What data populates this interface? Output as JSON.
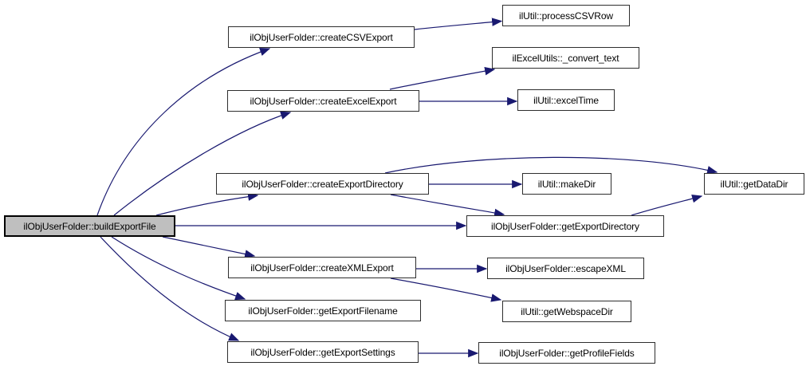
{
  "diagram": {
    "type": "call-graph",
    "root_id": "buildExportFile",
    "colors": {
      "edge": "#191970",
      "node_fill": "#ffffff",
      "root_fill": "#bfbfbf",
      "node_border": "#2e2e2e",
      "root_border": "#000000",
      "text": "#000000"
    },
    "nodes": [
      {
        "id": "buildExportFile",
        "label": "ilObjUserFolder::buildExportFile",
        "highlighted": true
      },
      {
        "id": "createCSVExport",
        "label": "ilObjUserFolder::createCSVExport",
        "highlighted": false
      },
      {
        "id": "createExcelExport",
        "label": "ilObjUserFolder::createExcelExport",
        "highlighted": false
      },
      {
        "id": "createExportDirectory",
        "label": "ilObjUserFolder::createExportDirectory",
        "highlighted": false
      },
      {
        "id": "createXMLExport",
        "label": "ilObjUserFolder::createXMLExport",
        "highlighted": false
      },
      {
        "id": "getExportFilename",
        "label": "ilObjUserFolder::getExportFilename",
        "highlighted": false
      },
      {
        "id": "getExportSettings",
        "label": "ilObjUserFolder::getExportSettings",
        "highlighted": false
      },
      {
        "id": "processCSVRow",
        "label": "ilUtil::processCSVRow",
        "highlighted": false
      },
      {
        "id": "convertText",
        "label": "ilExcelUtils::_convert_text",
        "highlighted": false
      },
      {
        "id": "excelTime",
        "label": "ilUtil::excelTime",
        "highlighted": false
      },
      {
        "id": "makeDir",
        "label": "ilUtil::makeDir",
        "highlighted": false
      },
      {
        "id": "getExportDirectory",
        "label": "ilObjUserFolder::getExportDirectory",
        "highlighted": false
      },
      {
        "id": "getDataDir",
        "label": "ilUtil::getDataDir",
        "highlighted": false
      },
      {
        "id": "escapeXML",
        "label": "ilObjUserFolder::escapeXML",
        "highlighted": false
      },
      {
        "id": "getWebspaceDir",
        "label": "ilUtil::getWebspaceDir",
        "highlighted": false
      },
      {
        "id": "getProfileFields",
        "label": "ilObjUserFolder::getProfileFields",
        "highlighted": false
      }
    ],
    "edges": [
      {
        "from": "buildExportFile",
        "to": "createCSVExport"
      },
      {
        "from": "buildExportFile",
        "to": "createExcelExport"
      },
      {
        "from": "buildExportFile",
        "to": "createExportDirectory"
      },
      {
        "from": "buildExportFile",
        "to": "getExportDirectory"
      },
      {
        "from": "buildExportFile",
        "to": "createXMLExport"
      },
      {
        "from": "buildExportFile",
        "to": "getExportFilename"
      },
      {
        "from": "buildExportFile",
        "to": "getExportSettings"
      },
      {
        "from": "createCSVExport",
        "to": "processCSVRow"
      },
      {
        "from": "createExcelExport",
        "to": "convertText"
      },
      {
        "from": "createExcelExport",
        "to": "excelTime"
      },
      {
        "from": "createExportDirectory",
        "to": "makeDir"
      },
      {
        "from": "createExportDirectory",
        "to": "getDataDir"
      },
      {
        "from": "createExportDirectory",
        "to": "getExportDirectory"
      },
      {
        "from": "getExportDirectory",
        "to": "getDataDir"
      },
      {
        "from": "createXMLExport",
        "to": "escapeXML"
      },
      {
        "from": "createXMLExport",
        "to": "getWebspaceDir"
      },
      {
        "from": "getExportSettings",
        "to": "getProfileFields"
      }
    ]
  }
}
